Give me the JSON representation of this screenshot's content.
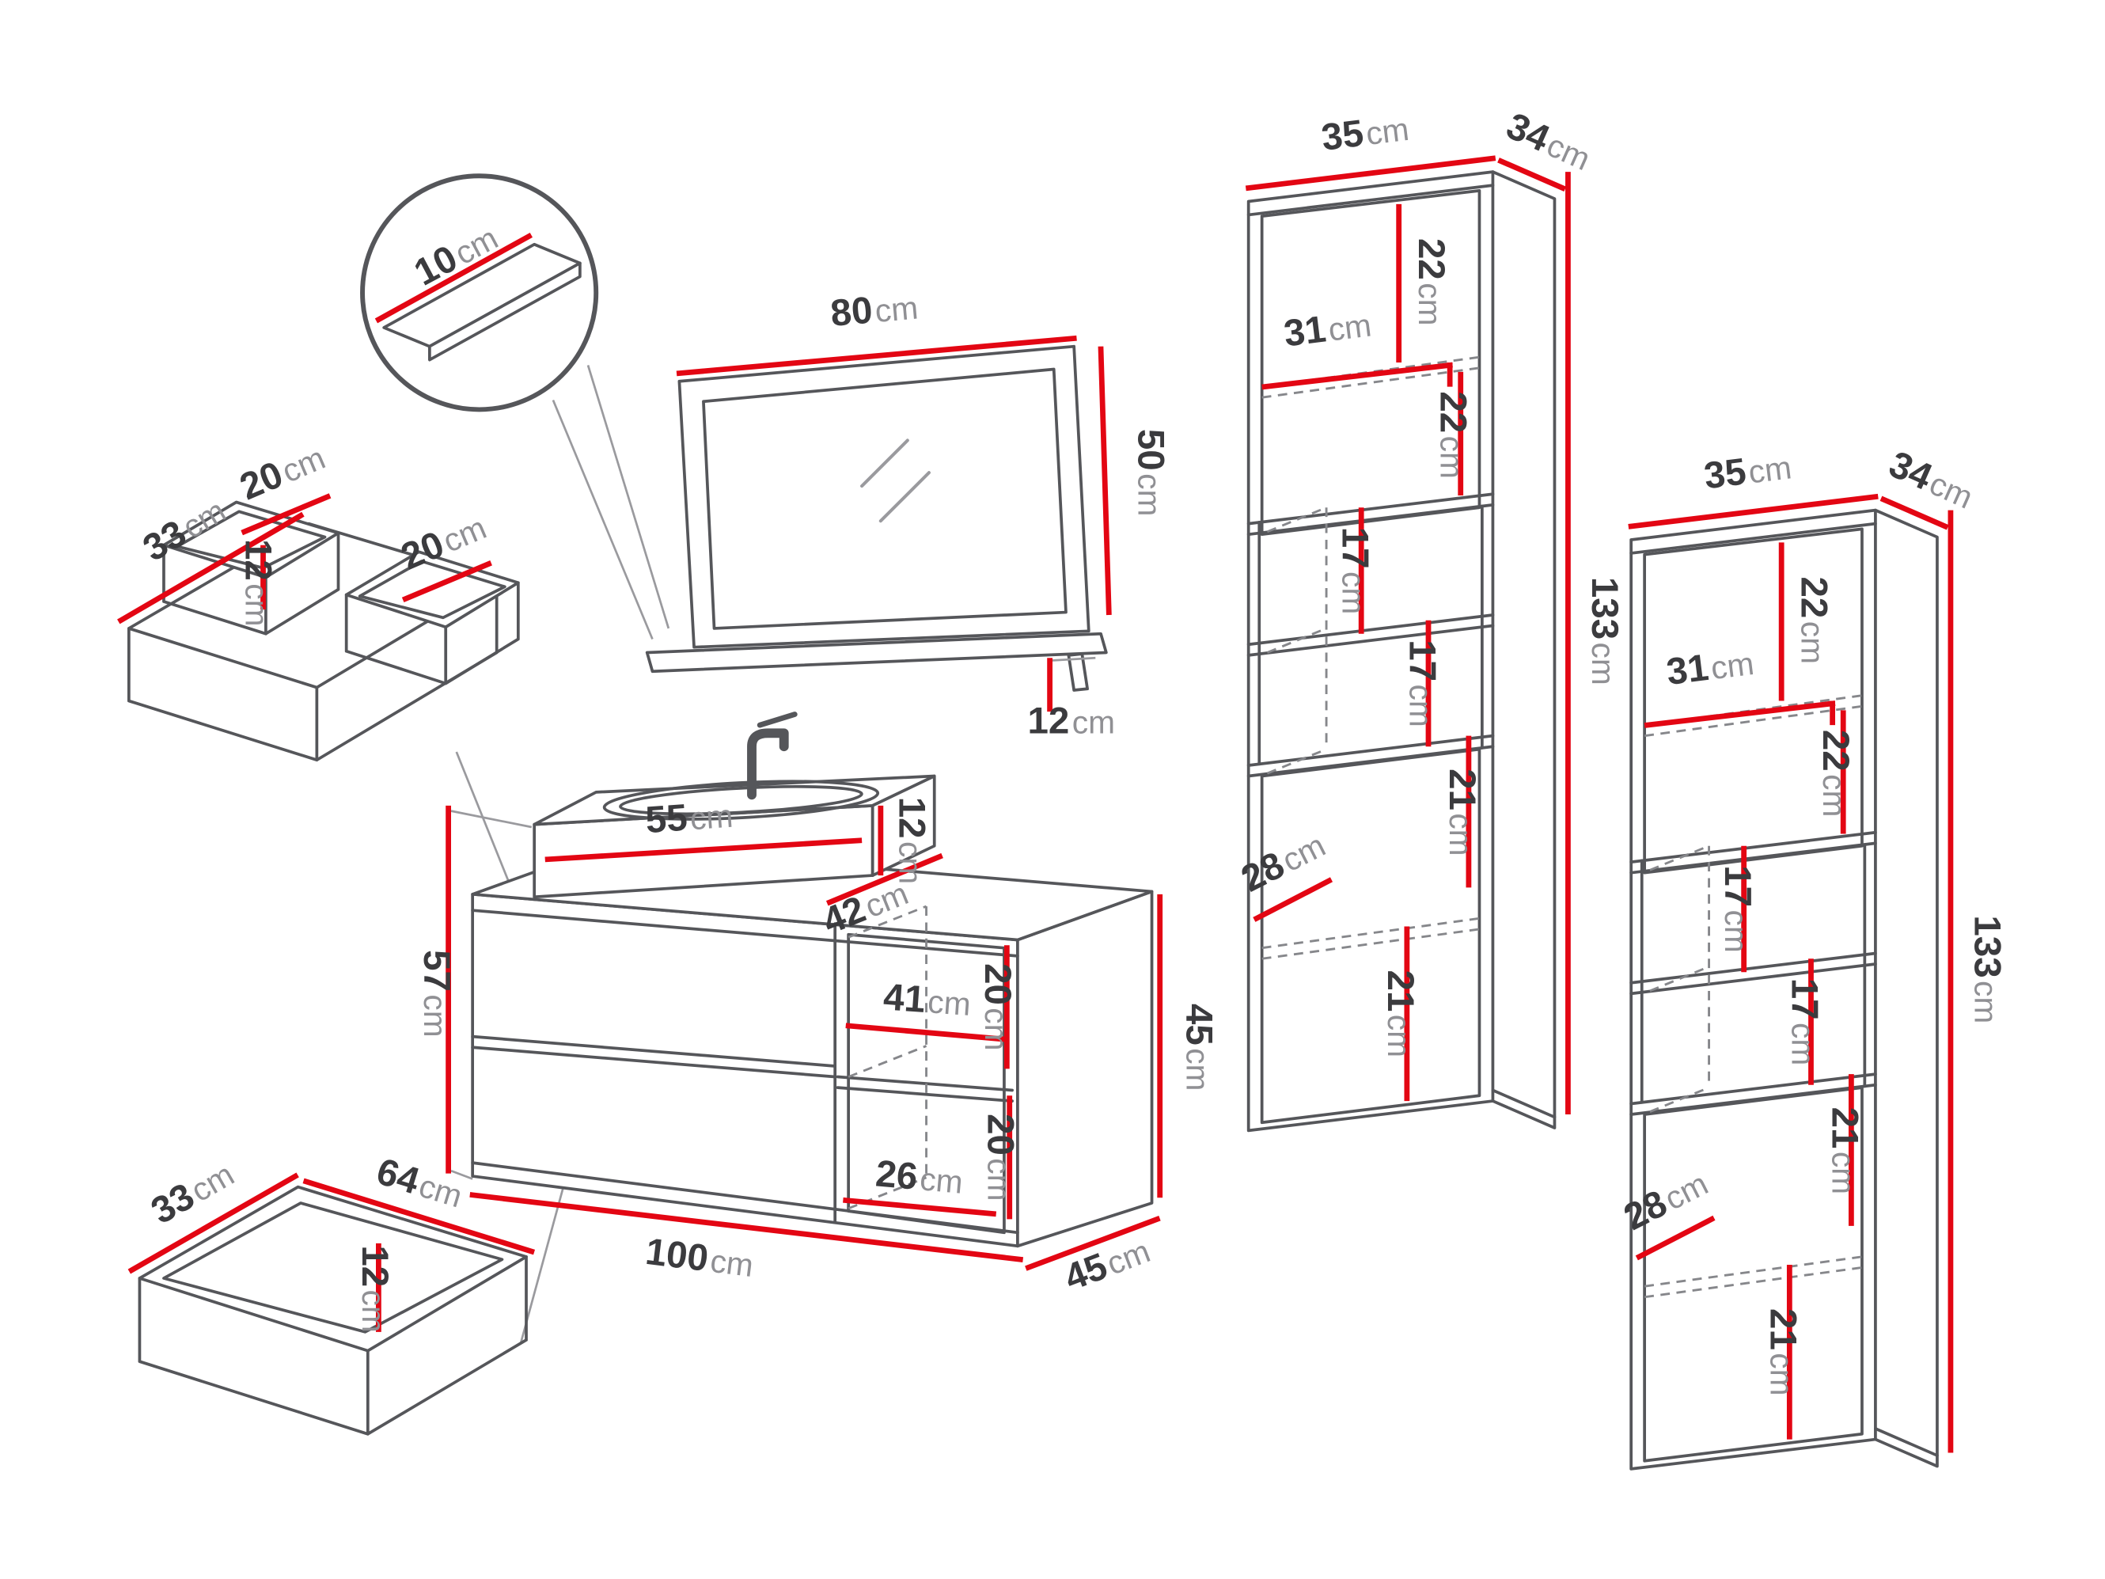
{
  "diagram": {
    "background": "#ffffff",
    "line_color": "#55565a",
    "hidden_line_color": "#86878b",
    "dimension_color": "#e30613",
    "number_color": "#3b3b3e",
    "unit_color": "#909094"
  },
  "detail_view": {
    "shelf_thickness": {
      "value": "10",
      "unit": "cm"
    }
  },
  "mirror": {
    "width": {
      "value": "80",
      "unit": "cm"
    },
    "height": {
      "value": "50",
      "unit": "cm"
    },
    "shelf_depth": {
      "value": "12",
      "unit": "cm"
    }
  },
  "top_drawer": {
    "depth": {
      "value": "33",
      "unit": "cm"
    },
    "left_compartment_width": {
      "value": "20",
      "unit": "cm"
    },
    "height": {
      "value": "12",
      "unit": "cm"
    },
    "right_compartment_width": {
      "value": "20",
      "unit": "cm"
    }
  },
  "bottom_drawer": {
    "depth": {
      "value": "33",
      "unit": "cm"
    },
    "width": {
      "value": "64",
      "unit": "cm"
    },
    "height": {
      "value": "12",
      "unit": "cm"
    }
  },
  "vanity": {
    "basin_width": {
      "value": "55",
      "unit": "cm"
    },
    "basin_height": {
      "value": "12",
      "unit": "cm"
    },
    "basin_depth": {
      "value": "42",
      "unit": "cm"
    },
    "total_height": {
      "value": "57",
      "unit": "cm"
    },
    "niche_width": {
      "value": "41",
      "unit": "cm"
    },
    "niche_upper_height": {
      "value": "20",
      "unit": "cm"
    },
    "niche_lower_height": {
      "value": "20",
      "unit": "cm"
    },
    "niche_lower_width": {
      "value": "26",
      "unit": "cm"
    },
    "cabinet_height": {
      "value": "45",
      "unit": "cm"
    },
    "width": {
      "value": "100",
      "unit": "cm"
    },
    "depth": {
      "value": "45",
      "unit": "cm"
    }
  },
  "left_column": {
    "width": {
      "value": "35",
      "unit": "cm"
    },
    "depth": {
      "value": "34",
      "unit": "cm"
    },
    "height": {
      "value": "133",
      "unit": "cm"
    },
    "top_section_upper": {
      "value": "22",
      "unit": "cm"
    },
    "interior_width": {
      "value": "31",
      "unit": "cm"
    },
    "top_section_lower": {
      "value": "22",
      "unit": "cm"
    },
    "middle_shelf_upper": {
      "value": "17",
      "unit": "cm"
    },
    "middle_shelf_lower": {
      "value": "17",
      "unit": "cm"
    },
    "bottom_section_upper": {
      "value": "21",
      "unit": "cm"
    },
    "bottom_section_lower": {
      "value": "21",
      "unit": "cm"
    },
    "interior_depth": {
      "value": "28",
      "unit": "cm"
    }
  },
  "right_column": {
    "width": {
      "value": "35",
      "unit": "cm"
    },
    "depth": {
      "value": "34",
      "unit": "cm"
    },
    "height": {
      "value": "133",
      "unit": "cm"
    },
    "top_section_upper": {
      "value": "22",
      "unit": "cm"
    },
    "interior_width": {
      "value": "31",
      "unit": "cm"
    },
    "top_section_lower": {
      "value": "22",
      "unit": "cm"
    },
    "middle_shelf_upper": {
      "value": "17",
      "unit": "cm"
    },
    "middle_shelf_lower": {
      "value": "17",
      "unit": "cm"
    },
    "bottom_section_upper": {
      "value": "21",
      "unit": "cm"
    },
    "bottom_section_lower": {
      "value": "21",
      "unit": "cm"
    },
    "interior_depth": {
      "value": "28",
      "unit": "cm"
    }
  }
}
